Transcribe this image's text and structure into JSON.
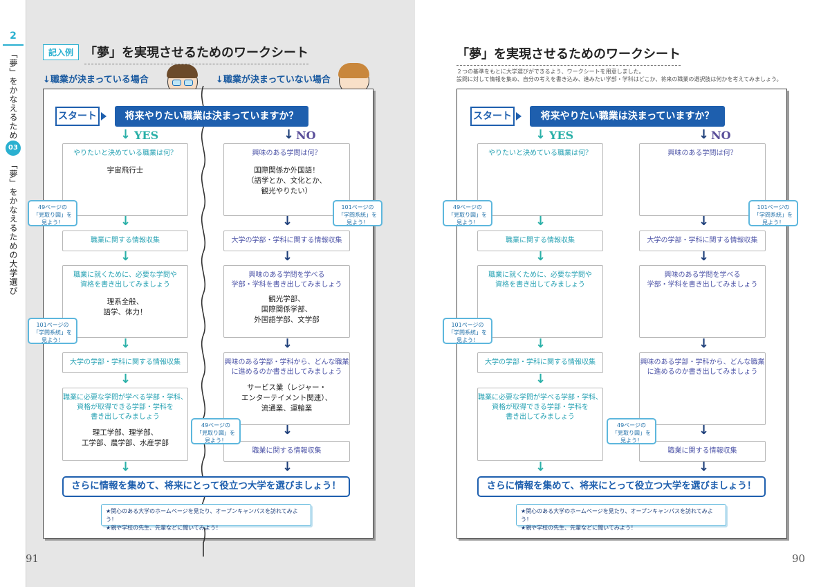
{
  "side": {
    "chapter_number": "2",
    "chapter_title": "「夢」をかなえるために",
    "section_number": "03",
    "section_title": "「夢」をかなえるための大学選び"
  },
  "left": {
    "page_number": "91",
    "example_label": "記入例",
    "title": "「夢」を実現させるためのワークシート",
    "case_decided": "↓職業が決まっている場合",
    "case_undecided": "↓職業が決まっていない場合",
    "answers": {
      "yes1": "宇宙飛行士",
      "no1": "国際関係か外国語！\n（語学とか、文化とか、\n観光やりたい）",
      "yes2": "理系全般、\n語学、体力！",
      "no2": "観光学部、\n国際関係学部、\n外国語学部、文学部",
      "no3": "サービス業（レジャー・\nエンターテイメント関連）、\n流通業、運輸業",
      "yes3": "理工学部、理学部、\n工学部、農学部、水産学部"
    }
  },
  "right": {
    "page_number": "90",
    "title": "「夢」を実現させるためのワークシート",
    "desc1": "２つの基準をもとに大学選びができるよう、ワークシートを用意しました。",
    "desc2": "設問に対して情報を集め、自分の考えを書き込み、進みたい学部・学科はどこか、将来の職業の選択肢は何かを考えてみましょう。"
  },
  "sheet": {
    "start": "スタート",
    "question": "将来やりたい職業は決まっていますか？",
    "yes": "YES",
    "no": "NO",
    "yes_box1": "やりたいと決めている職業は何？",
    "yes_step1": "職業に関する情報収集",
    "yes_box2": "職業に就くために、必要な学問や\n資格を書き出してみましょう",
    "yes_step2": "大学の学部・学科に関する情報収集",
    "yes_box3": "職業に必要な学問が学べる学部・学科、\n資格が取得できる学部・学科を\n書き出してみましょう",
    "no_box1": "興味のある学問は何？",
    "no_step1": "大学の学部・学科に関する情報収集",
    "no_box2": "興味のある学問を学べる\n学部・学科を書き出してみましょう",
    "no_box3": "興味のある学部・学科から、どんな職業\nに進めるのか書き出してみましょう",
    "no_step2": "職業に関する情報収集",
    "note_49": "49ページの\n「見取り図」を\n見よう！",
    "note_101": "101ページの\n「学問系統」を\n見よう！",
    "final": "さらに情報を集めて、将来にとって役立つ大学を選びましょう！",
    "tip1": "★関心のある大学のホームページを見たり、オープンキャンパスを訪れてみよう！",
    "tip2": "★親や学校の先生、先輩などに聞いてみよう！"
  },
  "colors": {
    "accent_blue": "#1e5fae",
    "teal": "#2ab0a8",
    "purple": "#5a4f9a",
    "light_blue": "#5db7dd",
    "left_page_bg": "#e6e6e6"
  }
}
